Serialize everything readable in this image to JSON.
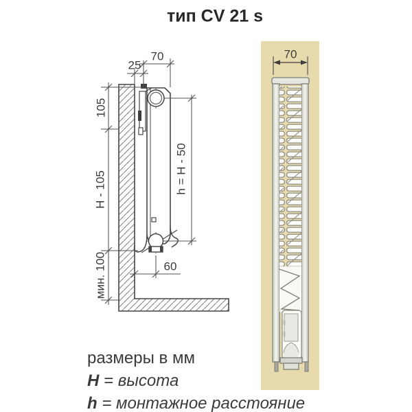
{
  "title": "тип CV 21 s",
  "side_view": {
    "dims": {
      "wall_gap": "25",
      "depth": "70",
      "top_offset": "105",
      "height_minus": "H - 105",
      "min_floor": "мин. 100",
      "mount_height": "h = H - 50",
      "pipe_offset": "60"
    }
  },
  "section_view": {
    "dims": {
      "depth": "70"
    }
  },
  "legend": {
    "units": "размеры в мм",
    "H_symbol": "H",
    "H_desc": " = высота",
    "h_symbol": "h",
    "h_desc": " = монтажное расстояние"
  },
  "colors": {
    "panel_background": "#e7dbae",
    "drawing_line": "#454545",
    "text": "#3c3c3c"
  }
}
